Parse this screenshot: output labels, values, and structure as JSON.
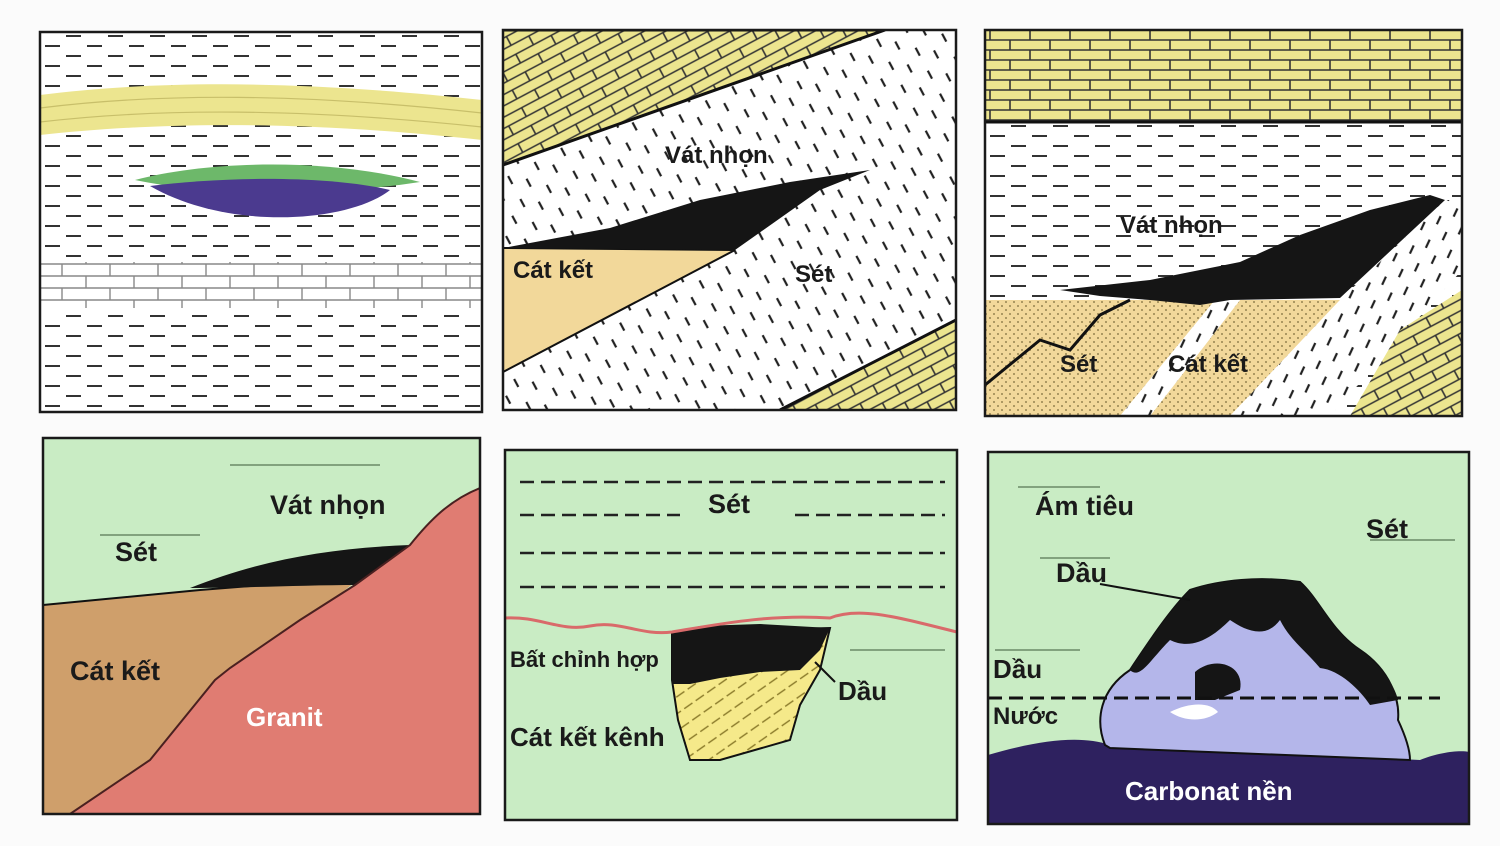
{
  "panels": {
    "p1": {},
    "p2": {
      "label_wedge": "Vát nhọn",
      "label_sandstone": "Cát kết",
      "label_shale": "Sét"
    },
    "p3": {
      "label_wedge": "Vát nhọn",
      "label_shale": "Sét",
      "label_sandstone": "Cát kết"
    },
    "p4": {
      "label_wedge": "Vát nhọn",
      "label_shale": "Sét",
      "label_sandstone": "Cát kết",
      "label_granite": "Granit"
    },
    "p5": {
      "label_shale": "Sét",
      "label_unconformity": "Bất chỉnh hợp",
      "label_oil": "Dầu",
      "label_channel": "Cát kết kênh"
    },
    "p6": {
      "label_reef": "Ám tiêu",
      "label_shale": "Sét",
      "label_oil_top": "Dầu",
      "label_oil": "Dầu",
      "label_water": "Nước",
      "label_basement": "Carbonat nền"
    }
  },
  "colors": {
    "limestone_yellow": "#ece58f",
    "sandstone": "#f2d89a",
    "green_bg": "#c9ecc4",
    "sand_brown": "#cf9f6b",
    "granite": "#e07c72",
    "oil": "#151515",
    "gas_green": "#6db86a",
    "purple": "#4b3a8f",
    "reef_lavender": "#b4b6ea",
    "basement": "#2e215f",
    "unconformity": "#d96a6a"
  }
}
